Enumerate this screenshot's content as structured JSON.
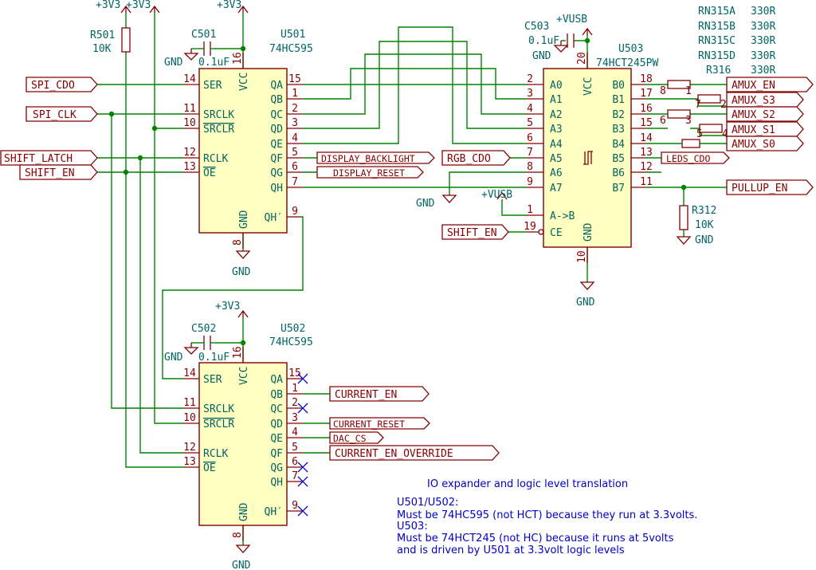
{
  "schematic": {
    "title_note": "IO expander and logic level translation",
    "notes": [
      "U501/U502:",
      "Must be 74HC595 (not HCT) because they run at 3.3volts.",
      "U503:",
      "Must be 74HCT245 (not HC) because it runs at 5volts",
      "and is driven by U501 at 3.3volt logic levels"
    ],
    "power": {
      "v33": "+3V3",
      "vusb": "+VUSB",
      "gnd": "GND"
    },
    "u501": {
      "ref": "U501",
      "value": "74HC595",
      "left_pins": [
        {
          "num": "14",
          "name": "SER"
        },
        {
          "num": "11",
          "name": "SRCLK"
        },
        {
          "num": "10",
          "name": "SRCLR"
        },
        {
          "num": "12",
          "name": "RCLK"
        },
        {
          "num": "13",
          "name": "OE"
        }
      ],
      "right_pins": [
        {
          "num": "15",
          "name": "QA"
        },
        {
          "num": "1",
          "name": "QB"
        },
        {
          "num": "2",
          "name": "QC"
        },
        {
          "num": "3",
          "name": "QD"
        },
        {
          "num": "4",
          "name": "QE"
        },
        {
          "num": "5",
          "name": "QF"
        },
        {
          "num": "6",
          "name": "QG"
        },
        {
          "num": "7",
          "name": "QH"
        },
        {
          "num": "9",
          "name": "QH′"
        }
      ],
      "vcc": {
        "num": "16",
        "name": "VCC"
      },
      "gnd": {
        "num": "8",
        "name": "GND"
      }
    },
    "u502": {
      "ref": "U502",
      "value": "74HC595",
      "left_pins": [
        {
          "num": "14",
          "name": "SER"
        },
        {
          "num": "11",
          "name": "SRCLK"
        },
        {
          "num": "10",
          "name": "SRCLR"
        },
        {
          "num": "12",
          "name": "RCLK"
        },
        {
          "num": "13",
          "name": "OE"
        }
      ],
      "right_pins": [
        {
          "num": "15",
          "name": "QA"
        },
        {
          "num": "1",
          "name": "QB"
        },
        {
          "num": "2",
          "name": "QC"
        },
        {
          "num": "3",
          "name": "QD"
        },
        {
          "num": "4",
          "name": "QE"
        },
        {
          "num": "5",
          "name": "QF"
        },
        {
          "num": "6",
          "name": "QG"
        },
        {
          "num": "7",
          "name": "QH"
        },
        {
          "num": "9",
          "name": "QH′"
        }
      ],
      "vcc": {
        "num": "16",
        "name": "VCC"
      },
      "gnd": {
        "num": "8",
        "name": "GND"
      }
    },
    "u503": {
      "ref": "U503",
      "value": "74HCT245PW",
      "a_pins": [
        {
          "num": "2",
          "name": "A0"
        },
        {
          "num": "3",
          "name": "A1"
        },
        {
          "num": "4",
          "name": "A2"
        },
        {
          "num": "5",
          "name": "A3"
        },
        {
          "num": "6",
          "name": "A4"
        },
        {
          "num": "7",
          "name": "A5"
        },
        {
          "num": "8",
          "name": "A6"
        },
        {
          "num": "9",
          "name": "A7"
        }
      ],
      "b_pins": [
        {
          "num": "18",
          "name": "B0"
        },
        {
          "num": "17",
          "name": "B1"
        },
        {
          "num": "16",
          "name": "B2"
        },
        {
          "num": "15",
          "name": "B3"
        },
        {
          "num": "14",
          "name": "B4"
        },
        {
          "num": "13",
          "name": "B5"
        },
        {
          "num": "12",
          "name": "B6"
        },
        {
          "num": "11",
          "name": "B7"
        }
      ],
      "dir": {
        "num": "1",
        "name": "A->B"
      },
      "ce": {
        "num": "19",
        "name": "CE"
      },
      "vcc": {
        "num": "20",
        "name": "VCC"
      },
      "gnd": {
        "num": "10",
        "name": "GND"
      }
    },
    "caps": {
      "c501": {
        "ref": "C501",
        "value": "0.1uF"
      },
      "c502": {
        "ref": "C502",
        "value": "0.1uF"
      },
      "c503": {
        "ref": "C503",
        "value": "0.1uF"
      }
    },
    "resistors": {
      "r501": {
        "ref": "R501",
        "value": "10K"
      },
      "r312": {
        "ref": "R312",
        "value": "10K"
      }
    },
    "rn_list": [
      {
        "ref": "RN315A",
        "value": "330R"
      },
      {
        "ref": "RN315B",
        "value": "330R"
      },
      {
        "ref": "RN315C",
        "value": "330R"
      },
      {
        "ref": "RN315D",
        "value": "330R"
      },
      {
        "ref": "R316",
        "value": "330R"
      }
    ],
    "rn_pins": [
      "8",
      "1",
      "7",
      "2",
      "6",
      "3",
      "5",
      "4"
    ],
    "nets": {
      "spi_cdo": "SPI_CDO",
      "spi_clk": "SPI_CLK",
      "shift_latch": "SHIFT_LATCH",
      "shift_en": "SHIFT_EN",
      "shift_en2": "SHIFT_EN",
      "display_backlight": "DISPLAY_BACKLIGHT",
      "display_reset": "DISPLAY_RESET",
      "rgb_cdo": "RGB_CDO",
      "amux_en": "AMUX_EN",
      "amux_s3": "AMUX_S3",
      "amux_s2": "AMUX_S2",
      "amux_s1": "AMUX_S1",
      "amux_s0": "AMUX_S0",
      "leds_cdo": "LEDS_CDO",
      "pullup_en": "PULLUP_EN",
      "current_en": "CURRENT_EN",
      "current_reset": "CURRENT_RESET",
      "dac_cs": "DAC_CS",
      "current_en_override": "CURRENT_EN_OVERRIDE"
    }
  }
}
